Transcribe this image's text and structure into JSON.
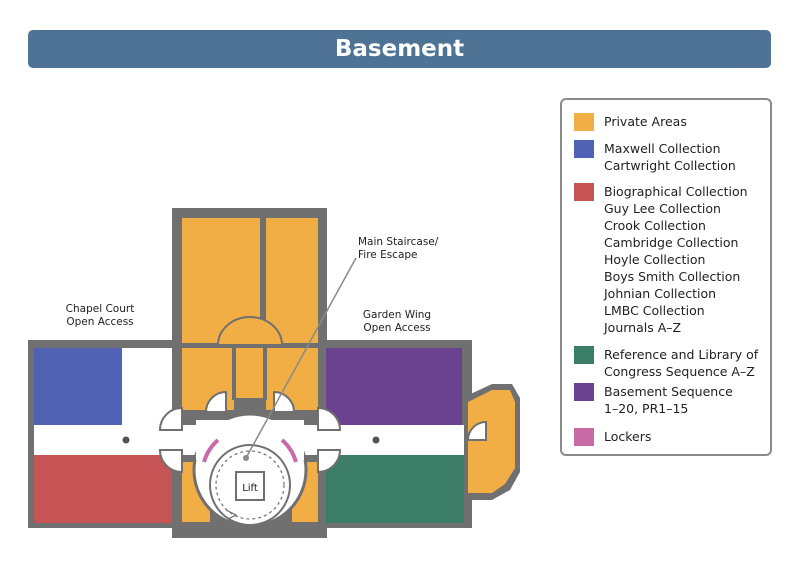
{
  "title": "Basement",
  "colors": {
    "title_bg": "#4e7395",
    "private": "#f0ae45",
    "maxwell": "#4f62b4",
    "biographical": "#c65454",
    "reference": "#3b7d67",
    "basement_seq": "#6a4290",
    "lockers": "#c86aa6",
    "wall": "#707070"
  },
  "legend": [
    {
      "color_key": "private",
      "lines": [
        "Private Areas"
      ]
    },
    {
      "color_key": "maxwell",
      "lines": [
        "Maxwell Collection",
        "Cartwright Collection"
      ]
    },
    {
      "color_key": "biographical",
      "lines": [
        "Biographical Collection",
        "Guy Lee Collection",
        "Crook Collection",
        "Cambridge Collection",
        "Hoyle Collection",
        "Boys Smith Collection",
        "Johnian Collection",
        "LMBC Collection",
        "Journals A–Z"
      ]
    },
    {
      "color_key": "reference",
      "lines": [
        "Reference and Library of",
        "Congress Sequence A–Z"
      ]
    },
    {
      "color_key": "basement_seq",
      "lines": [
        "Basement Sequence",
        "1–20, PR1–15"
      ]
    },
    {
      "color_key": "lockers",
      "lines": [
        "Lockers"
      ]
    }
  ],
  "labels": {
    "chapel_court": [
      "Chapel Court",
      "Open Access"
    ],
    "garden_wing": [
      "Garden Wing",
      "Open Access"
    ],
    "main_staircase": [
      "Main Staircase/",
      "Fire Escape"
    ],
    "lift": "Lift"
  }
}
